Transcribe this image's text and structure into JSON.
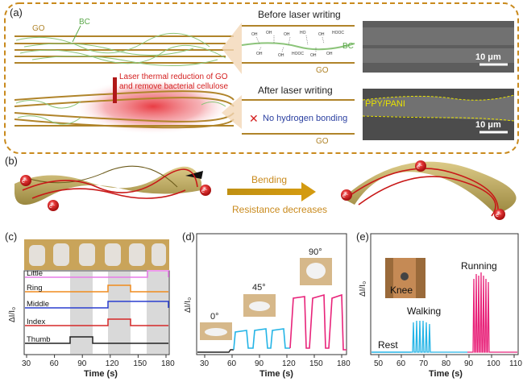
{
  "panel_a": {
    "label": "(a)",
    "go_label": "GO",
    "bc_label": "BC",
    "before_title": "Before laser writing",
    "after_title": "After laser writing",
    "laser_note_line1": "Laser thermal reduction of GO",
    "laser_note_line2": "and remove bacterial cellulose",
    "no_hbond": "No hydrogen bonding",
    "scale_top": "10 μm",
    "scale_bottom": "10 μm",
    "sem_label": "PPY/PANI",
    "oh_labels": [
      "OH",
      "OH",
      "OH",
      "HO",
      "OH",
      "HOOC",
      "OH",
      "OH",
      "HOOC",
      "OH",
      "OH"
    ]
  },
  "panel_b": {
    "label": "(b)",
    "bending": "Bending",
    "resistance": "Resistance decreases",
    "electron": "e⁻"
  },
  "panel_c": {
    "label": "(c)",
    "y_label": "ΔI/I₀",
    "x_label": "Time (s)",
    "fingers": [
      "Little",
      "Ring",
      "Middle",
      "Index",
      "Thumb"
    ],
    "finger_colors": [
      "#e87be8",
      "#f08c1e",
      "#2a3fcf",
      "#d62828",
      "#222222"
    ],
    "x_ticks": [
      "30",
      "60",
      "90",
      "120",
      "150",
      "180"
    ]
  },
  "panel_d": {
    "label": "(d)",
    "y_label": "ΔI/I₀",
    "x_label": "Time (s)",
    "angles": [
      "0°",
      "45°",
      "90°"
    ],
    "colors": [
      "#222222",
      "#24b4e6",
      "#e8237a"
    ],
    "x_ticks": [
      "30",
      "60",
      "90",
      "120",
      "150",
      "180"
    ]
  },
  "panel_e": {
    "label": "(e)",
    "y_label": "ΔI/I₀",
    "x_label": "Time (s)",
    "knee": "Knee",
    "states": [
      "Rest",
      "Walking",
      "Running"
    ],
    "colors": [
      "#24b4e6",
      "#24b4e6",
      "#e8237a"
    ],
    "x_ticks": [
      "50",
      "60",
      "70",
      "80",
      "90",
      "100",
      "110"
    ]
  }
}
